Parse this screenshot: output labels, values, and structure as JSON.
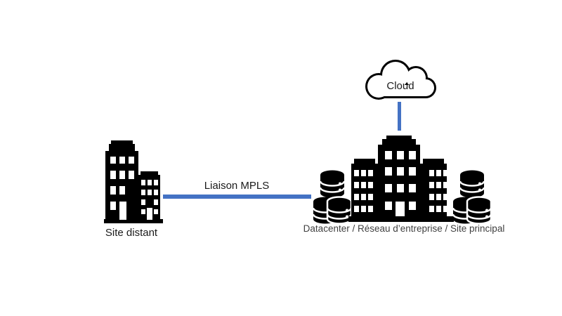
{
  "diagram": {
    "nodes": [
      {
        "id": "remote-site",
        "label": "Site distant",
        "icon": "office-building-icon"
      },
      {
        "id": "main-site",
        "label": "Datacenter / Réseau d’entreprise / Site principal",
        "icon": "datacenter-building-icon",
        "sub_icons": [
          "database-stack-icon",
          "database-stack-icon"
        ]
      },
      {
        "id": "cloud",
        "label": "Cloud",
        "icon": "cloud-icon"
      }
    ],
    "links": [
      {
        "id": "mpls-link",
        "from": "remote-site",
        "to": "main-site",
        "label": "Liaison MPLS",
        "orientation": "horizontal",
        "color": "#4472C4"
      },
      {
        "id": "cloud-link",
        "from": "cloud",
        "to": "main-site",
        "label": "",
        "orientation": "vertical",
        "color": "#4472C4"
      }
    ],
    "colors": {
      "icon_fill": "#000000",
      "link": "#4472C4",
      "background": "#ffffff",
      "label_text": "#1a1a1a",
      "main_label_text": "#404040"
    }
  }
}
